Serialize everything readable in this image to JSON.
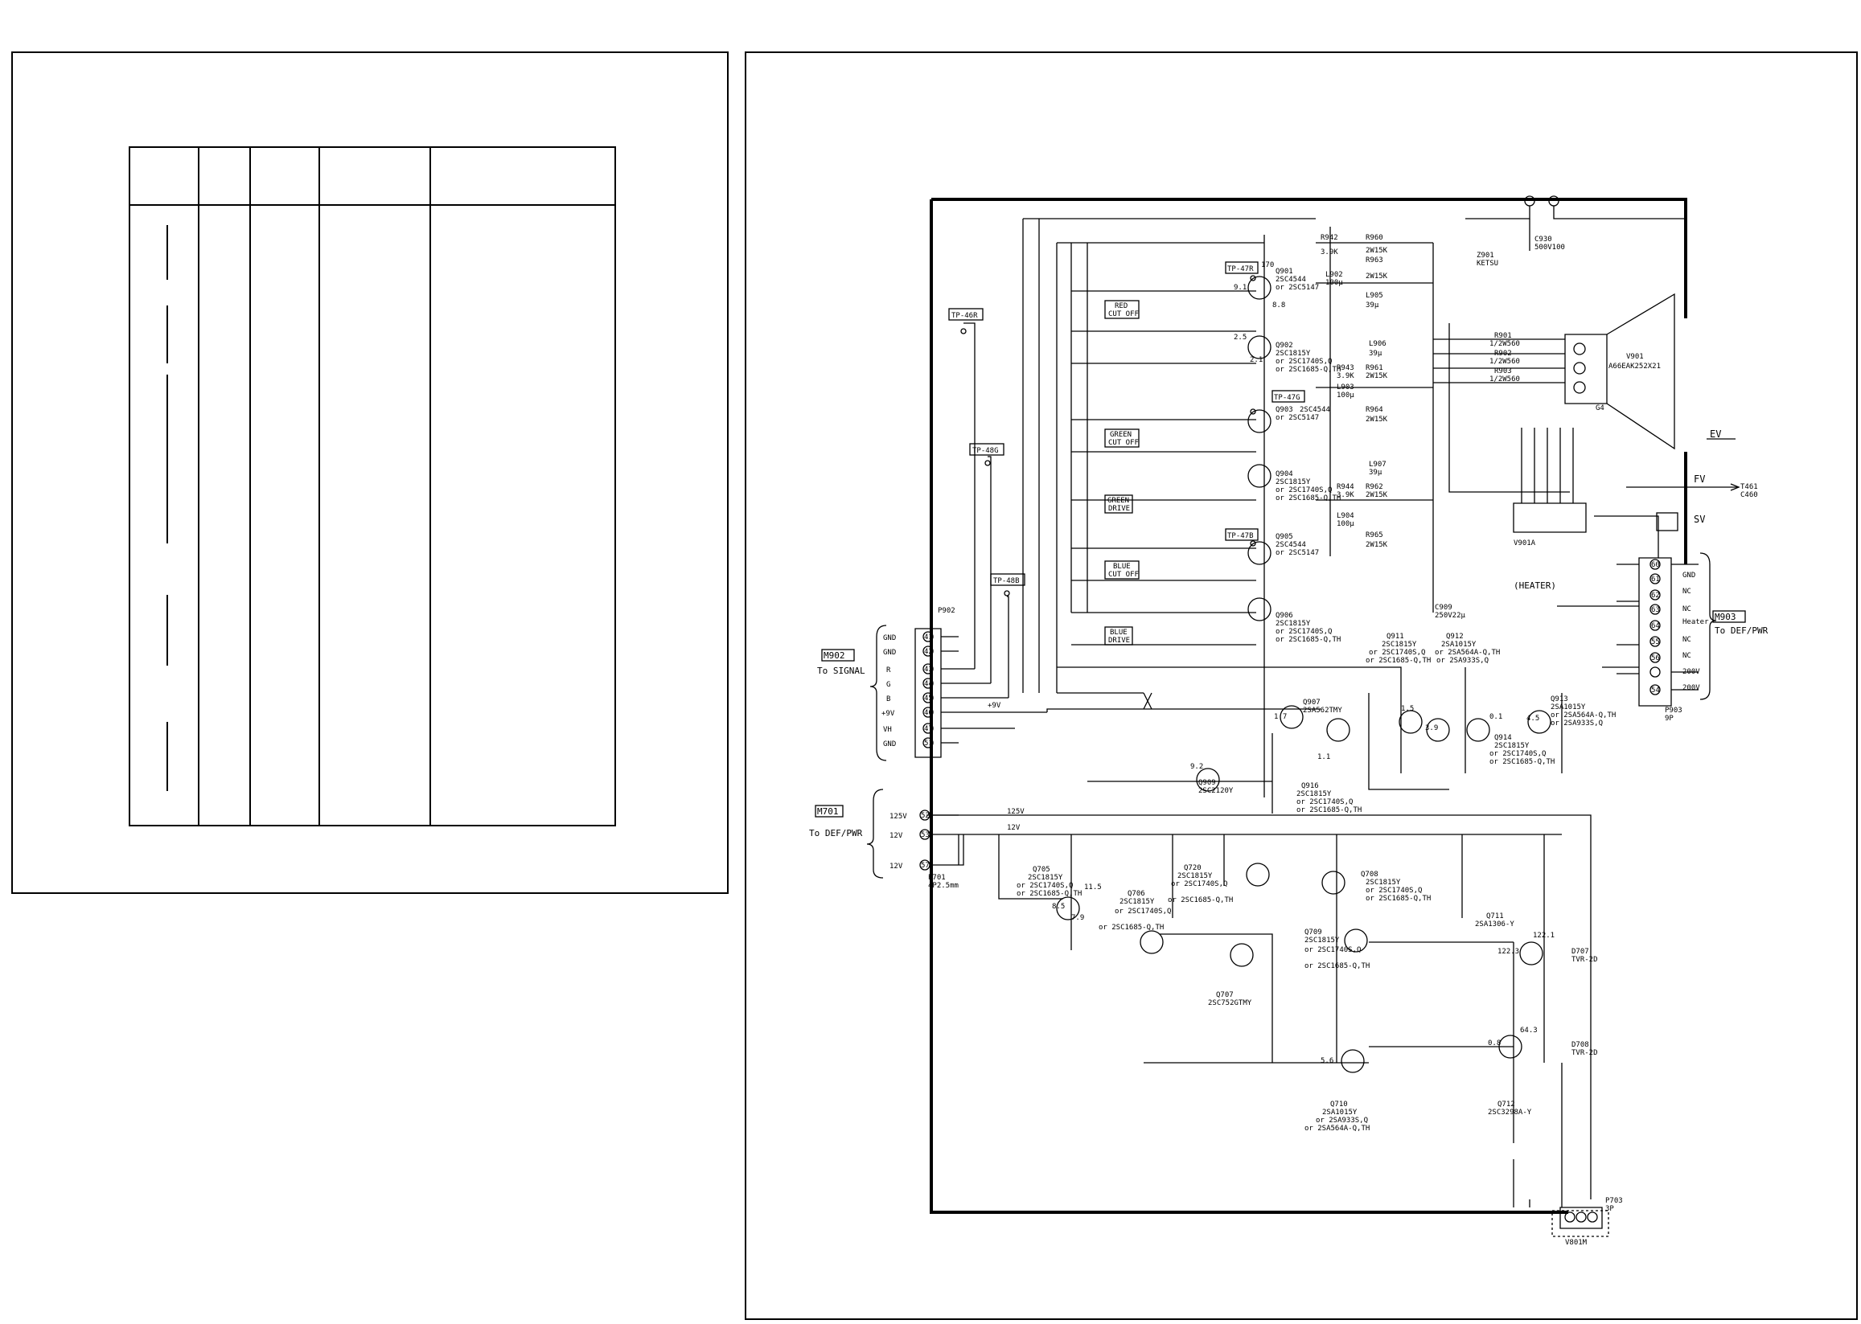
{
  "signal_connector": {
    "ref": "M902",
    "dest": "To SIGNAL",
    "plug": "P902",
    "pins": [
      {
        "no": "41",
        "sig": "GND"
      },
      {
        "no": "42",
        "sig": "GND"
      },
      {
        "no": "43",
        "sig": "R"
      },
      {
        "no": "44",
        "sig": "G"
      },
      {
        "no": "45",
        "sig": "B"
      },
      {
        "no": "46",
        "sig": "+9V"
      },
      {
        "no": "47",
        "sig": "VH"
      },
      {
        "no": "51",
        "sig": "GND"
      }
    ]
  },
  "def_connector_left": {
    "ref": "M701",
    "dest": "To DEF/PWR",
    "plug": "P701",
    "plug_note": "4P2.5mm",
    "pins": [
      {
        "no": "52",
        "sig": "125V"
      },
      {
        "no": "53",
        "sig": "12V"
      },
      {
        "no": "57",
        "sig": "12V"
      }
    ]
  },
  "def_connector_right": {
    "ref": "M903",
    "dest": "To DEF/PWR",
    "plug": "P903",
    "plug_note": "9P",
    "pins": [
      {
        "no": "60",
        "sig": "GND"
      },
      {
        "no": "61",
        "sig": "NC"
      },
      {
        "no": "62",
        "sig": "NC"
      },
      {
        "no": "63",
        "sig": "Heater"
      },
      {
        "no": "64",
        "sig": "NC"
      },
      {
        "no": "55",
        "sig": "NC"
      },
      {
        "no": "56",
        "sig": "200V"
      },
      {
        "no": "54",
        "sig": "200V"
      }
    ]
  },
  "test_points": [
    "TP-46R",
    "TP-48G",
    "TP-48B",
    "TP-47R",
    "TP-47G",
    "TP-47B"
  ],
  "boxed_labels": {
    "red_cutoff": [
      "RED",
      "CUT OFF"
    ],
    "green_cutoff": [
      "GREEN",
      "CUT OFF"
    ],
    "green_drive": [
      "GREEN",
      "DRIVE"
    ],
    "blue_cutoff": [
      "BLUE",
      "CUT OFF"
    ],
    "blue_drive": [
      "BLUE",
      "DRIVE"
    ]
  },
  "video_stages": [
    {
      "ref": "Q901",
      "part": "2SC4544",
      "alt": "or 2SC5147"
    },
    {
      "ref": "Q902",
      "part": "2SC1815Y",
      "alt": "or 2SC1740S,Q",
      "alt2": "or 2SC1685-Q,TH"
    },
    {
      "ref": "Q903",
      "part": "2SC4544",
      "alt": "or 2SC5147"
    },
    {
      "ref": "Q904",
      "part": "2SC1815Y",
      "alt": "or 2SC1740S,Q",
      "alt2": "or 2SC1685-Q,TH"
    },
    {
      "ref": "Q905",
      "part": "2SC4544",
      "alt": "or 2SC5147"
    },
    {
      "ref": "Q906",
      "part": "2SC1815Y",
      "alt": "or 2SC1740S,Q",
      "alt2": "or 2SC1685-Q,TH"
    }
  ],
  "misc_parts": [
    {
      "ref": "R942",
      "val": "3.9K"
    },
    {
      "ref": "R960",
      "val": "2W15K"
    },
    {
      "ref": "R963",
      "val": "2W15K"
    },
    {
      "ref": "L902",
      "val": "100μ"
    },
    {
      "ref": "L905",
      "val": "39μ"
    },
    {
      "ref": "L906",
      "val": "39μ"
    },
    {
      "ref": "R943",
      "val": "3.9K"
    },
    {
      "ref": "R961",
      "val": "2W15K"
    },
    {
      "ref": "L903",
      "val": "100μ"
    },
    {
      "ref": "R964",
      "val": "2W15K"
    },
    {
      "ref": "L907",
      "val": "39μ"
    },
    {
      "ref": "R944",
      "val": "3.9K"
    },
    {
      "ref": "R962",
      "val": "2W15K"
    },
    {
      "ref": "L904",
      "val": "100μ"
    },
    {
      "ref": "R965",
      "val": "2W15K"
    },
    {
      "ref": "C909",
      "val": "250V22μ"
    },
    {
      "ref": "C930",
      "val": "500V100"
    },
    {
      "ref": "Z901",
      "val": "KETSU"
    }
  ],
  "crt": {
    "ref": "V901",
    "part": "A66EAK252X21",
    "socket": "V901A"
  },
  "crt_resistors": [
    {
      "ref": "R901",
      "val": "1/2W560"
    },
    {
      "ref": "R902",
      "val": "1/2W560"
    },
    {
      "ref": "R903",
      "val": "1/2W560"
    }
  ],
  "crt_labels": {
    "g4": "G4",
    "ev": "EV",
    "fv": "FV",
    "sv": "SV",
    "heater": "(HEATER)",
    "fv_dest": "T461",
    "fv_dest2": "C460"
  },
  "amp_section": [
    {
      "ref": "Q907",
      "part": "2SA562TMY"
    },
    {
      "ref": "Q911",
      "part": "2SC1815Y",
      "alt": "or 2SC1740S,Q",
      "alt2": "or 2SC1685-Q,TH"
    },
    {
      "ref": "Q912",
      "part": "2SA1015Y",
      "alt": "or 2SA564A-Q,TH",
      "alt2": "or 2SA933S,Q"
    },
    {
      "ref": "Q913",
      "part": "2SA1015Y",
      "alt": "or 2SA564A-Q,TH",
      "alt2": "or 2SA933S,Q"
    },
    {
      "ref": "Q914",
      "part": "2SC1815Y",
      "alt": "or 2SC1740S,Q",
      "alt2": "or 2SC1685-Q,TH"
    },
    {
      "ref": "Q916",
      "part": "2SC1815Y",
      "alt": "or 2SC1740S,Q",
      "alt2": "or 2SC1685-Q,TH"
    },
    {
      "ref": "Q909",
      "part": "2SC2120Y"
    }
  ],
  "defl_section": [
    {
      "ref": "Q705",
      "part": "2SC1815Y",
      "alt": "or 2SC1740S,Q",
      "alt2": "or 2SC1685-Q,TH"
    },
    {
      "ref": "Q706",
      "part": "2SC1815Y",
      "alt": "or 2SC1740S,Q",
      "alt2": "or 2SC1685-Q,TH"
    },
    {
      "ref": "Q707",
      "part": "2SC752GTMY"
    },
    {
      "ref": "Q708",
      "part": "2SC1815Y",
      "alt": "or 2SC1740S,Q",
      "alt2": "or 2SC1685-Q,TH"
    },
    {
      "ref": "Q709",
      "part": "2SC1815Y",
      "alt": "or 2SC1740S,Q",
      "alt2": "or 2SC1685-Q,TH"
    },
    {
      "ref": "Q710",
      "part": "2SA1015Y",
      "alt": "or 2SA933S,Q",
      "alt2": "or 2SA564A-Q,TH"
    },
    {
      "ref": "Q711",
      "part": "2SA1306-Y"
    },
    {
      "ref": "Q712",
      "part": "2SC3298A-Y"
    },
    {
      "ref": "Q720",
      "part": "2SC1815Y",
      "alt": "or 2SC1740S,Q",
      "alt2": "or 2SC1685-Q,TH"
    }
  ],
  "bottom_connector": {
    "plug": "P703",
    "note": "3P",
    "socket": "V801M"
  },
  "diodes": [
    {
      "ref": "D707",
      "part": "TVR-2D"
    },
    {
      "ref": "D708",
      "part": "TVR-2D"
    }
  ],
  "volts": {
    "v170": "170",
    "v91": "9.1",
    "v88": "8.8",
    "v25": "2.5",
    "v21": "2.1",
    "v17": "1.7",
    "v11": "1.1",
    "v45": "4.5",
    "v39": "3.9",
    "v15": "1.5",
    "v01": "0.1",
    "v92": "9.2",
    "v115": "11.5",
    "v85": "8.5",
    "v79": "7.9",
    "v1223": "122.3",
    "v1221": "122.1",
    "v643": "64.3",
    "v88b": "0.8",
    "v56": "5.6"
  },
  "power_labels": {
    "v125": "125V",
    "v12": "12V",
    "v9": "+9V"
  }
}
